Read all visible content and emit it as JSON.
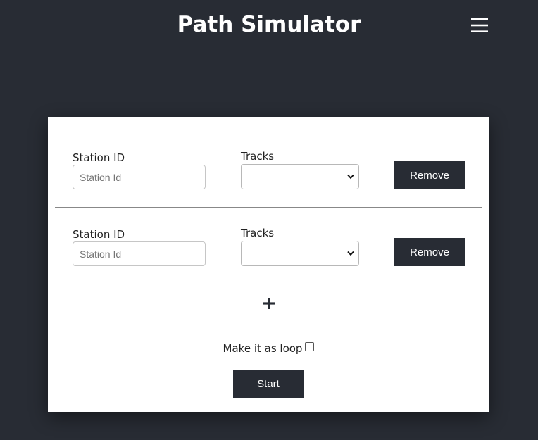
{
  "header": {
    "title": "Path Simulator",
    "menu_icon": "hamburger-menu-icon"
  },
  "stations": [
    {
      "station_label": "Station ID",
      "station_placeholder": "Station Id",
      "station_value": "",
      "tracks_label": "Tracks",
      "tracks_selected": "",
      "remove_label": "Remove"
    },
    {
      "station_label": "Station ID",
      "station_placeholder": "Station Id",
      "station_value": "",
      "tracks_label": "Tracks",
      "tracks_selected": "",
      "remove_label": "Remove"
    }
  ],
  "add_station_icon": "plus-icon",
  "loop": {
    "label": "Make it as loop",
    "checked": false
  },
  "start_label": "Start",
  "colors": {
    "background": "#282c34",
    "card": "#ffffff",
    "button": "#282c34",
    "button_text": "#ffffff",
    "divider": "#888888"
  }
}
